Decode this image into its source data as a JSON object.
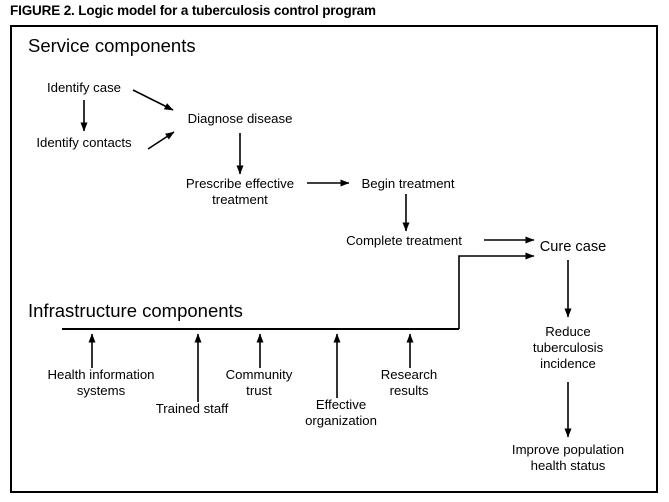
{
  "figure": {
    "caption": "FIGURE 2. Logic model for a tuberculosis control program"
  },
  "sections": {
    "service": {
      "heading": "Service components"
    },
    "infrastructure": {
      "heading": "Infrastructure components"
    }
  },
  "nodes": {
    "identify_case": {
      "label": "Identify case"
    },
    "identify_contacts": {
      "label": "Identify contacts"
    },
    "diagnose_disease": {
      "label": "Diagnose disease"
    },
    "prescribe_treatment_line1": {
      "label": "Prescribe effective"
    },
    "prescribe_treatment_line2": {
      "label": "treatment"
    },
    "begin_treatment": {
      "label": "Begin treatment"
    },
    "complete_treatment": {
      "label": "Complete treatment"
    },
    "cure_case": {
      "label": "Cure case"
    },
    "reduce_incidence_line1": {
      "label": "Reduce"
    },
    "reduce_incidence_line2": {
      "label": "tuberculosis"
    },
    "reduce_incidence_line3": {
      "label": "incidence"
    },
    "improve_population_line1": {
      "label": "Improve population"
    },
    "improve_population_line2": {
      "label": "health status"
    },
    "health_information_line1": {
      "label": "Health information"
    },
    "health_information_line2": {
      "label": "systems"
    },
    "trained_staff": {
      "label": "Trained staff"
    },
    "community_trust_line1": {
      "label": "Community"
    },
    "community_trust_line2": {
      "label": "trust"
    },
    "effective_organization_line1": {
      "label": "Effective"
    },
    "effective_organization_line2": {
      "label": "organization"
    },
    "research_results_line1": {
      "label": "Research"
    },
    "research_results_line2": {
      "label": "results"
    }
  },
  "colors": {
    "ink": "#000000",
    "page": "#ffffff",
    "frame": "#000000"
  }
}
